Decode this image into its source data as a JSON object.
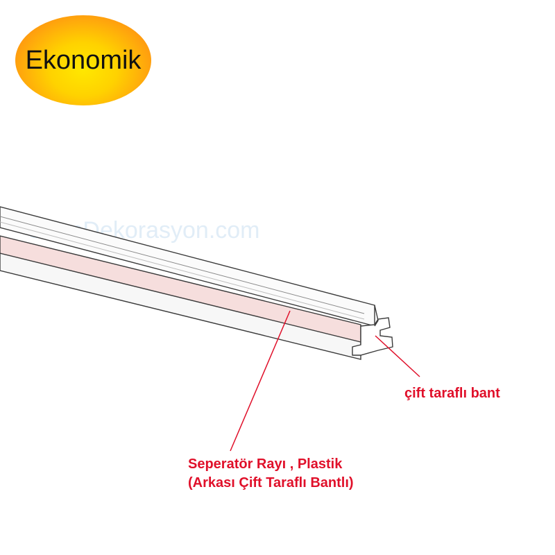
{
  "badge": {
    "label": "Ekonomik"
  },
  "watermark": {
    "text": "ShopDekorasyon.com"
  },
  "callouts": {
    "tape": "çift taraflı bant",
    "rail_line1": "Seperatör Rayı , Plastik",
    "rail_line2": "(Arkası Çift Taraflı Bantlı)"
  },
  "colors": {
    "label_red": "#e0102a",
    "badge_yellow": "#ffe800",
    "badge_orange": "#ff6a1a",
    "tape_pink": "#f6dedd",
    "rail_outline": "#3a3a3a"
  }
}
